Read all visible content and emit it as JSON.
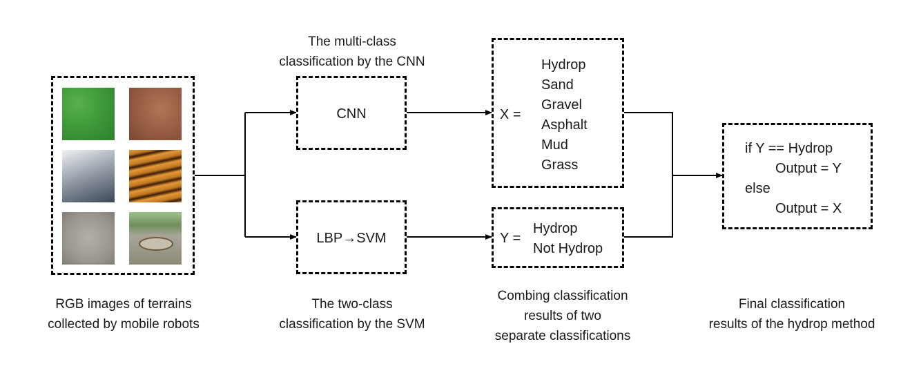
{
  "input": {
    "images": [
      {
        "name": "grass-texture",
        "color": "#3f9a3a"
      },
      {
        "name": "soil-texture",
        "color": "#9b6448"
      },
      {
        "name": "gravel-texture",
        "color": "#8a93a0"
      },
      {
        "name": "sand-dune-texture",
        "color": "#c2781f"
      },
      {
        "name": "asphalt-texture",
        "color": "#9c9891"
      },
      {
        "name": "puddle-road-texture",
        "color": "#8d8a78"
      }
    ],
    "caption": [
      "RGB images of terrains",
      "collected by mobile robots"
    ]
  },
  "cnn": {
    "label": "CNN",
    "caption": [
      "The multi-class",
      "classification by the CNN"
    ]
  },
  "svm": {
    "label": "LBP→SVM",
    "caption": [
      "The two-class",
      "classification by the SVM"
    ]
  },
  "x_result": {
    "prefix": "X =",
    "items": [
      "Hydrop",
      "Sand",
      "Gravel",
      "Asphalt",
      "Mud",
      "Grass"
    ]
  },
  "y_result": {
    "prefix": "Y =",
    "items": [
      "Hydrop",
      "Not Hydrop"
    ]
  },
  "combine_caption": [
    "Combing classification",
    "results of two",
    "separate classifications"
  ],
  "final": {
    "lines": [
      "if Y == Hydrop",
      "Output = Y",
      "else",
      "Output = X"
    ],
    "caption": [
      "Final classification",
      "results of the hydrop method"
    ]
  }
}
